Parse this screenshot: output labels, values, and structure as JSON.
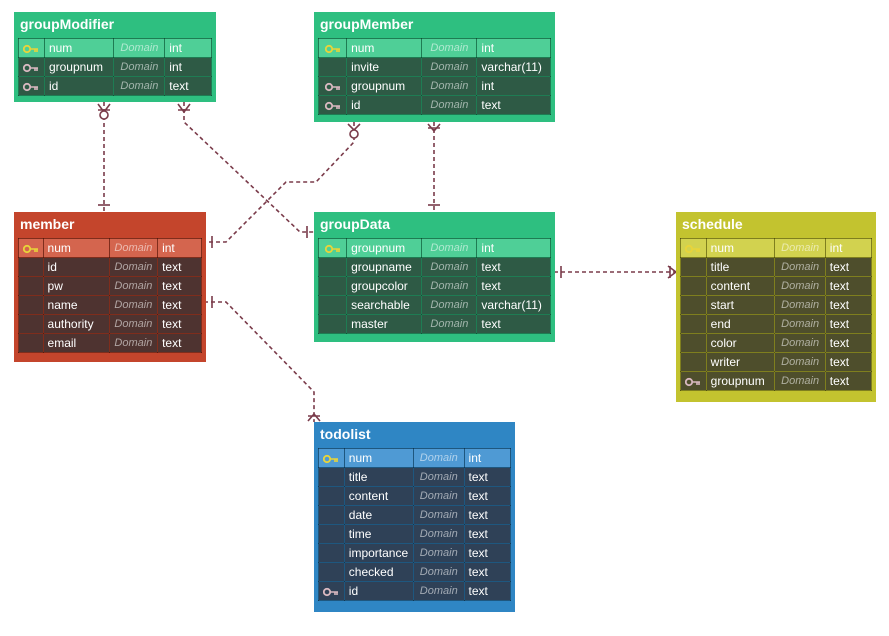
{
  "entities": [
    {
      "id": "groupModifier",
      "title": "groupModifier",
      "color": "#2ebf80",
      "dark": "#2e5a45",
      "pkColor": "#4fcf97",
      "fields": [
        {
          "name": "num",
          "domain": "Domain",
          "type": "int",
          "key": "pk"
        },
        {
          "name": "groupnum",
          "domain": "Domain",
          "type": "int",
          "key": "fk"
        },
        {
          "name": "id",
          "domain": "Domain",
          "type": "text",
          "key": "fk"
        }
      ]
    },
    {
      "id": "groupMember",
      "title": "groupMember",
      "color": "#2ebf80",
      "dark": "#2e5a45",
      "pkColor": "#4fcf97",
      "fields": [
        {
          "name": "num",
          "domain": "Domain",
          "type": "int",
          "key": "pk"
        },
        {
          "name": "invite",
          "domain": "Domain",
          "type": "varchar(11)",
          "key": ""
        },
        {
          "name": "groupnum",
          "domain": "Domain",
          "type": "int",
          "key": "fk"
        },
        {
          "name": "id",
          "domain": "Domain",
          "type": "text",
          "key": "fk"
        }
      ]
    },
    {
      "id": "member",
      "title": "member",
      "color": "#c4452c",
      "dark": "#4e3330",
      "pkColor": "#d4654e",
      "fields": [
        {
          "name": "num",
          "domain": "Domain",
          "type": "int",
          "key": "pk"
        },
        {
          "name": "id",
          "domain": "Domain",
          "type": "text",
          "key": ""
        },
        {
          "name": "pw",
          "domain": "Domain",
          "type": "text",
          "key": ""
        },
        {
          "name": "name",
          "domain": "Domain",
          "type": "text",
          "key": ""
        },
        {
          "name": "authority",
          "domain": "Domain",
          "type": "text",
          "key": ""
        },
        {
          "name": "email",
          "domain": "Domain",
          "type": "text",
          "key": ""
        }
      ]
    },
    {
      "id": "groupData",
      "title": "groupData",
      "color": "#2ebf80",
      "dark": "#2e5a45",
      "pkColor": "#4fcf97",
      "fields": [
        {
          "name": "groupnum",
          "domain": "Domain",
          "type": "int",
          "key": "pk"
        },
        {
          "name": "groupname",
          "domain": "Domain",
          "type": "text",
          "key": ""
        },
        {
          "name": "groupcolor",
          "domain": "Domain",
          "type": "text",
          "key": ""
        },
        {
          "name": "searchable",
          "domain": "Domain",
          "type": "varchar(11)",
          "key": ""
        },
        {
          "name": "master",
          "domain": "Domain",
          "type": "text",
          "key": ""
        }
      ]
    },
    {
      "id": "schedule",
      "title": "schedule",
      "color": "#c3c32f",
      "dark": "#4e4e2c",
      "pkColor": "#d2d24f",
      "fields": [
        {
          "name": "num",
          "domain": "Domain",
          "type": "int",
          "key": "pk"
        },
        {
          "name": "title",
          "domain": "Domain",
          "type": "text",
          "key": ""
        },
        {
          "name": "content",
          "domain": "Domain",
          "type": "text",
          "key": ""
        },
        {
          "name": "start",
          "domain": "Domain",
          "type": "text",
          "key": ""
        },
        {
          "name": "end",
          "domain": "Domain",
          "type": "text",
          "key": ""
        },
        {
          "name": "color",
          "domain": "Domain",
          "type": "text",
          "key": ""
        },
        {
          "name": "writer",
          "domain": "Domain",
          "type": "text",
          "key": ""
        },
        {
          "name": "groupnum",
          "domain": "Domain",
          "type": "text",
          "key": "fk"
        }
      ]
    },
    {
      "id": "todolist",
      "title": "todolist",
      "color": "#2f86c4",
      "dark": "#2f4157",
      "pkColor": "#4f9ad4",
      "fields": [
        {
          "name": "num",
          "domain": "Domain",
          "type": "int",
          "key": "pk"
        },
        {
          "name": "title",
          "domain": "Domain",
          "type": "text",
          "key": ""
        },
        {
          "name": "content",
          "domain": "Domain",
          "type": "text",
          "key": ""
        },
        {
          "name": "date",
          "domain": "Domain",
          "type": "text",
          "key": ""
        },
        {
          "name": "time",
          "domain": "Domain",
          "type": "text",
          "key": ""
        },
        {
          "name": "importance",
          "domain": "Domain",
          "type": "text",
          "key": ""
        },
        {
          "name": "checked",
          "domain": "Domain",
          "type": "text",
          "key": ""
        },
        {
          "name": "id",
          "domain": "Domain",
          "type": "text",
          "key": "fk"
        }
      ]
    }
  ],
  "colors": {
    "relation": "#7a3b4a",
    "pkKey": "#e8d43a",
    "fkKey": "#d8b8c0"
  }
}
